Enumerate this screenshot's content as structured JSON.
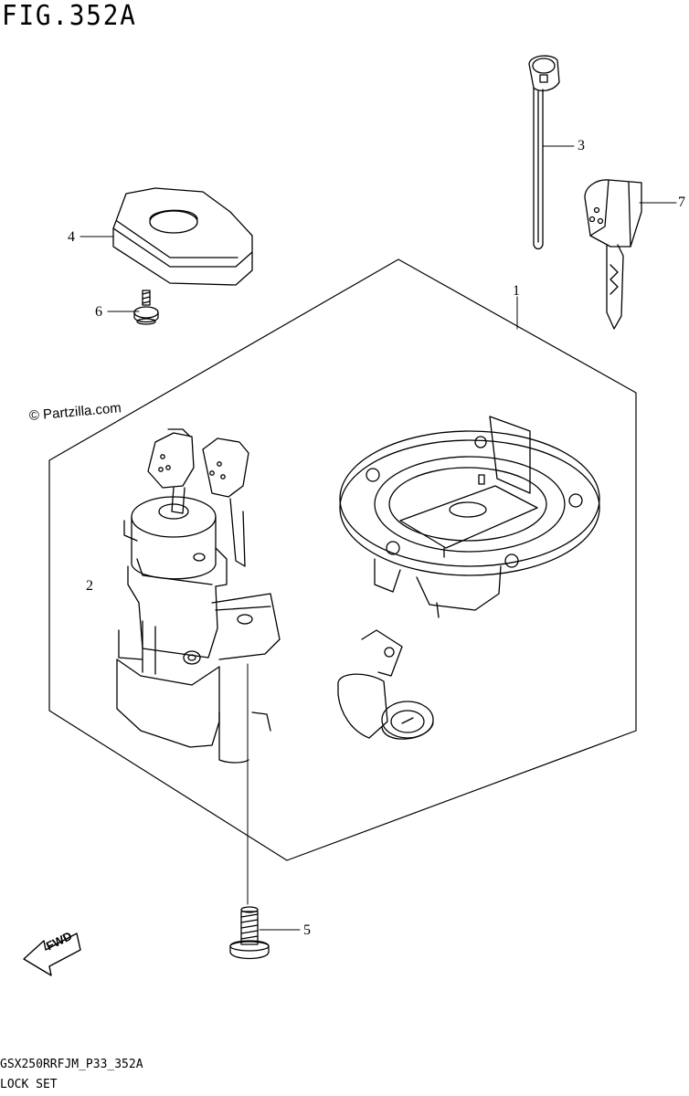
{
  "figure": {
    "title": "FIG.352A",
    "watermark": "© Partzilla.com",
    "footer_code": "GSX250RRFJM_P33_352A",
    "footer_name": "LOCK SET",
    "fwd_label": "FWD"
  },
  "callouts": [
    {
      "id": "1",
      "label": "1"
    },
    {
      "id": "2",
      "label": "2"
    },
    {
      "id": "3",
      "label": "3"
    },
    {
      "id": "4",
      "label": "4"
    },
    {
      "id": "5",
      "label": "5"
    },
    {
      "id": "6",
      "label": "6"
    },
    {
      "id": "7",
      "label": "7"
    }
  ]
}
